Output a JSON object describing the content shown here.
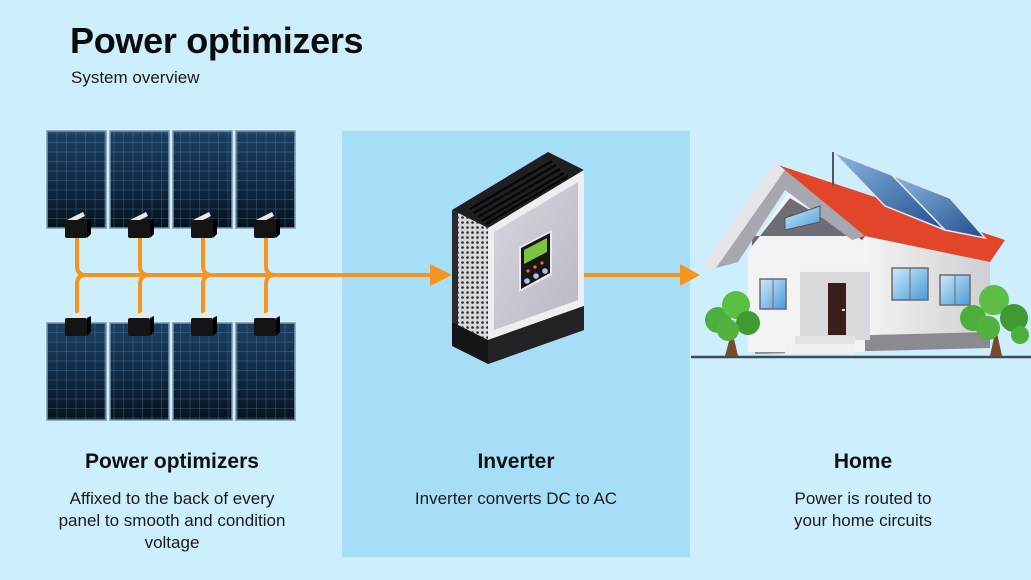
{
  "header": {
    "title": "Power optimizers",
    "subtitle": "System overview"
  },
  "colors": {
    "background": "#cdeefc",
    "highlight_column": "#a6def8",
    "flow_arrow": "#f7941d",
    "panel": "#0f2a44",
    "roof": "#e2452a"
  },
  "diagram": {
    "panels_top_row": 4,
    "panels_bottom_row": 4,
    "optimizers": 8,
    "flow": [
      "Power optimizers",
      "Inverter",
      "Home"
    ]
  },
  "sections": [
    {
      "title": "Power optimizers",
      "description_lines": [
        "Affixed to the back of every",
        "panel to smooth and condition",
        "voltage"
      ],
      "icon": "solar-panel-array-icon"
    },
    {
      "title": "Inverter",
      "description_lines": [
        "Inverter converts DC to AC"
      ],
      "icon": "inverter-icon"
    },
    {
      "title": "Home",
      "description_lines": [
        "Power is routed to",
        "your home circuits"
      ],
      "icon": "house-icon"
    }
  ]
}
